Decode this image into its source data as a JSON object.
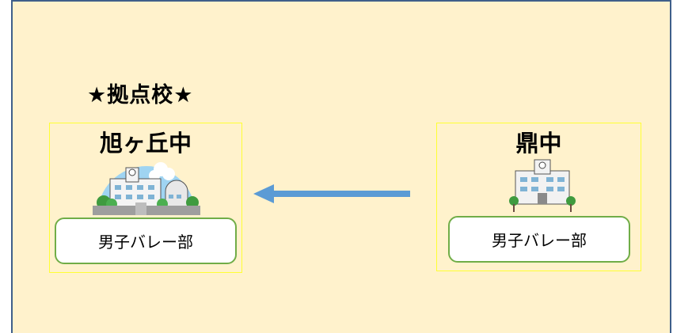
{
  "heading": "★拠点校★",
  "schools": [
    {
      "name": "旭ヶ丘中",
      "club": "男子バレー部"
    },
    {
      "name": "鼎中",
      "club": "男子バレー部"
    }
  ],
  "arrow_direction": "left",
  "colors": {
    "background": "#fff2cc",
    "frame": "#3f5f8a",
    "school_border": "#ffff33",
    "club_border": "#70ad47",
    "arrow": "#5b9bd5"
  },
  "icons": [
    "school-building-with-sky-icon",
    "school-building-icon",
    "left-arrow-icon"
  ]
}
